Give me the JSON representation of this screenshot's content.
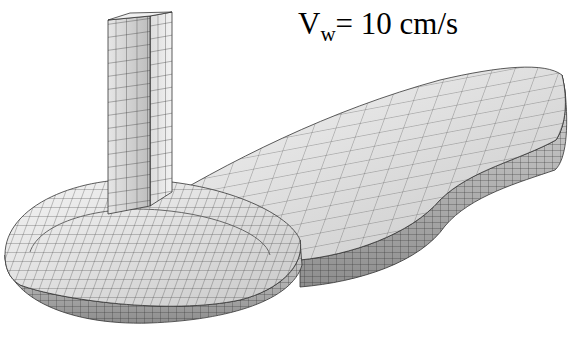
{
  "diagram": {
    "labels": [
      "V",
      "w",
      "= 10 cm/s"
    ]
  }
}
